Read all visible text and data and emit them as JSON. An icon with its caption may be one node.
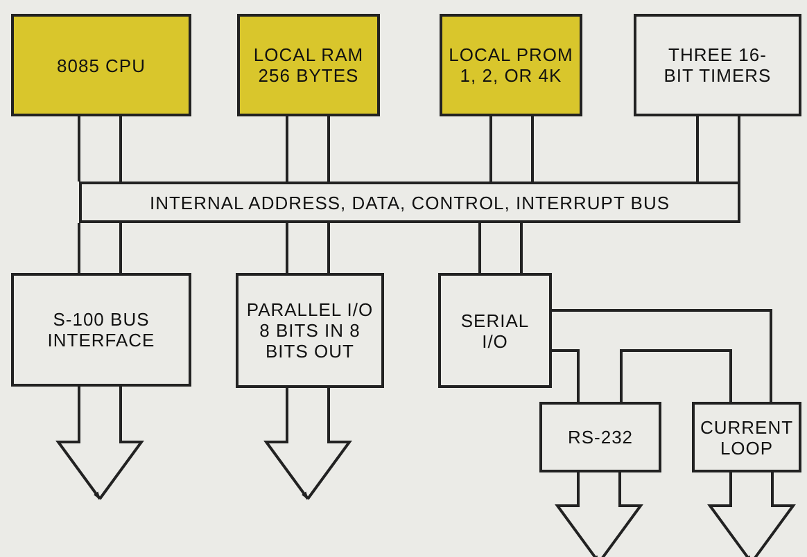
{
  "diagram": {
    "nodes": [
      {
        "text": [
          "8085 CPU"
        ]
      },
      {
        "text": [
          "LOCAL RAM 256 BYTES"
        ]
      },
      {
        "text": [
          "LOCAL PROM 1, 2, OR 4K"
        ]
      },
      {
        "text": [
          "THREE 16-BIT TIMERS"
        ]
      },
      {
        "text": [
          "INTERNAL ADDRESS, DATA, CONTROL, INTERRUPT BUS"
        ]
      },
      {
        "text": [
          "S-100 BUS INTERFACE"
        ]
      },
      {
        "text": [
          "PARALLEL I/O 8 BITS IN 8 BITS OUT"
        ]
      },
      {
        "text": [
          "SERIAL I/O"
        ]
      },
      {
        "text": [
          "RS-232"
        ]
      },
      {
        "text": [
          "CURRENT LOOP"
        ]
      }
    ],
    "edges": [
      {
        "from": 0,
        "to": 4,
        "arrow": "none"
      },
      {
        "from": 1,
        "to": 4,
        "arrow": "none"
      },
      {
        "from": 2,
        "to": 4,
        "arrow": "none"
      },
      {
        "from": 3,
        "to": 4,
        "arrow": "none"
      },
      {
        "from": 4,
        "to": 5,
        "arrow": "none"
      },
      {
        "from": 4,
        "to": 6,
        "arrow": "none"
      },
      {
        "from": 4,
        "to": 7,
        "arrow": "none"
      },
      {
        "from": 7,
        "to": 8,
        "arrow": "none"
      },
      {
        "from": 7,
        "to": 9,
        "arrow": "none"
      },
      {
        "from": 8,
        "to": 9,
        "arrow": "none"
      },
      {
        "from": 5,
        "to": null,
        "arrow": "to"
      },
      {
        "from": 6,
        "to": null,
        "arrow": "to"
      },
      {
        "from": 8,
        "to": null,
        "arrow": "to"
      },
      {
        "from": 9,
        "to": null,
        "arrow": "to"
      }
    ]
  }
}
